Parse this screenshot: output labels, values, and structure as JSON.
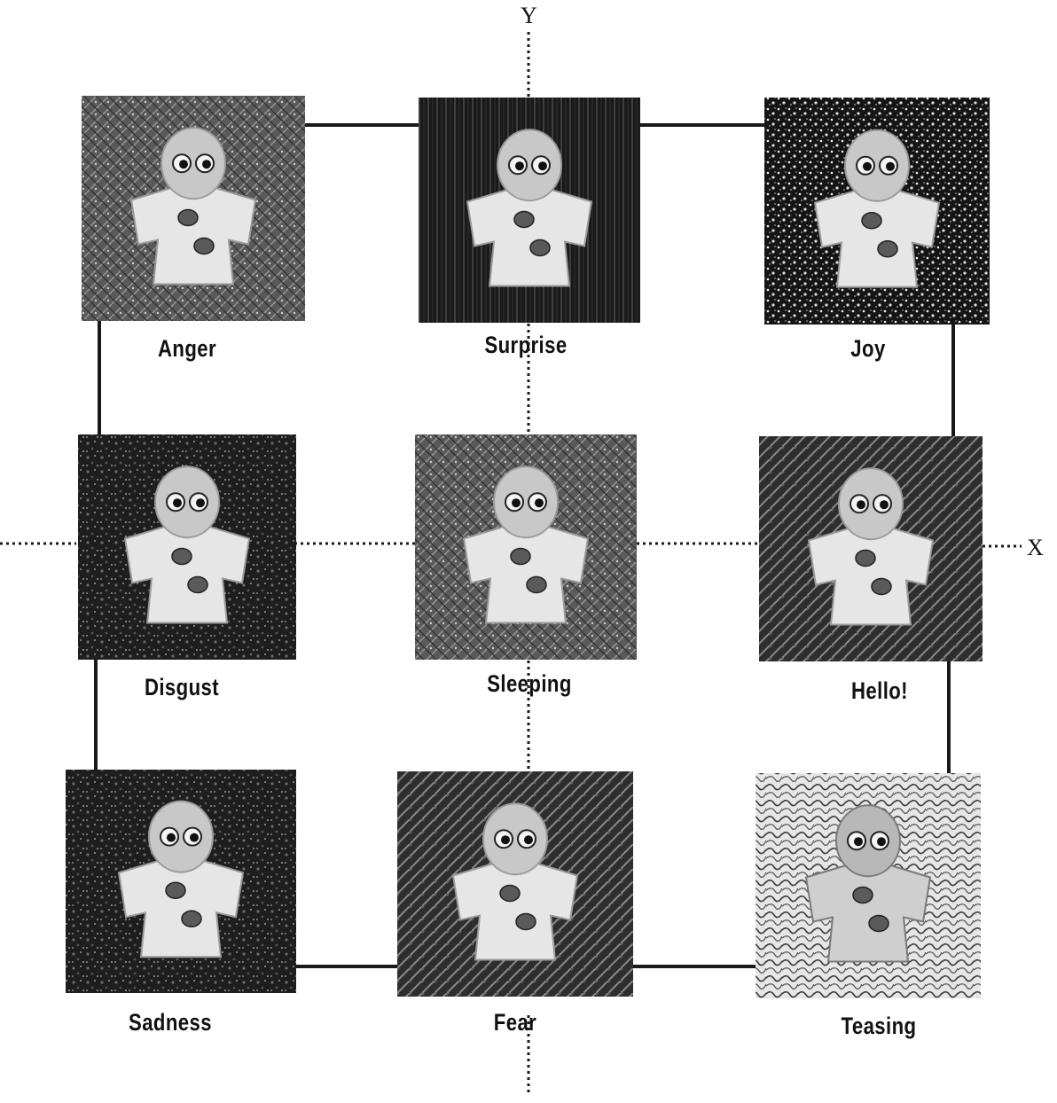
{
  "axes": {
    "x_label": "X",
    "y_label": "Y"
  },
  "emotions": [
    {
      "label": "Anger",
      "icon": "character-anger-image"
    },
    {
      "label": "Surprise",
      "icon": "character-surprise-image"
    },
    {
      "label": "Joy",
      "icon": "character-joy-image"
    },
    {
      "label": "Disgust",
      "icon": "character-disgust-image"
    },
    {
      "label": "Sleeping",
      "icon": "character-sleeping-image"
    },
    {
      "label": "Hello!",
      "icon": "character-hello-image"
    },
    {
      "label": "Sadness",
      "icon": "character-sadness-image"
    },
    {
      "label": "Fear",
      "icon": "character-fear-image"
    },
    {
      "label": "Teasing",
      "icon": "character-teasing-image"
    }
  ],
  "colors": {
    "line": "#1a1a1a",
    "dark_bg": "#1c1c1c",
    "light_bg": "#9a9a9a",
    "figure": "#e8e8e8"
  }
}
